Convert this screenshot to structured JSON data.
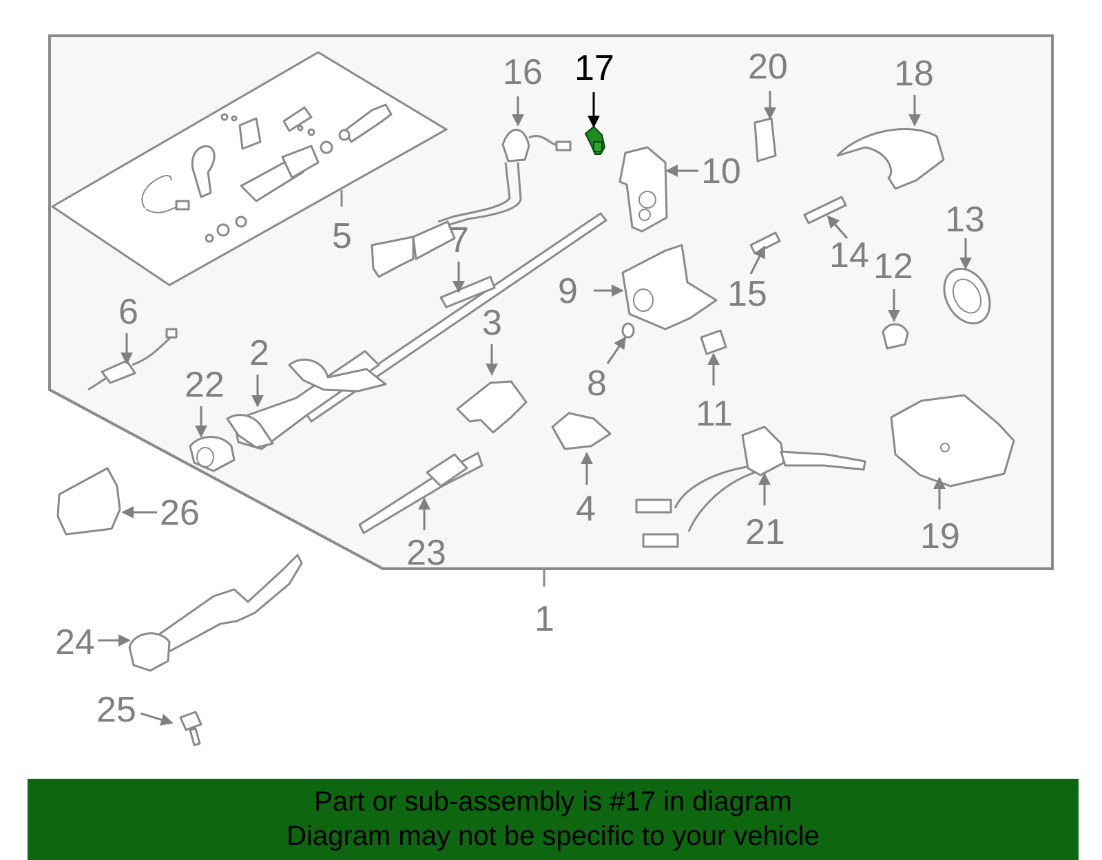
{
  "diagram": {
    "highlight_color": "#1f8a1f",
    "callouts": [
      "1",
      "2",
      "3",
      "4",
      "5",
      "6",
      "7",
      "8",
      "9",
      "10",
      "11",
      "12",
      "13",
      "14",
      "15",
      "16",
      "17",
      "18",
      "19",
      "20",
      "21",
      "22",
      "23",
      "24",
      "25",
      "26"
    ],
    "highlighted_callout": "17"
  },
  "banner": {
    "line1": "Part or sub-assembly is #17 in diagram",
    "line2": "Diagram may not be specific to your vehicle",
    "background": "#0e6610"
  }
}
